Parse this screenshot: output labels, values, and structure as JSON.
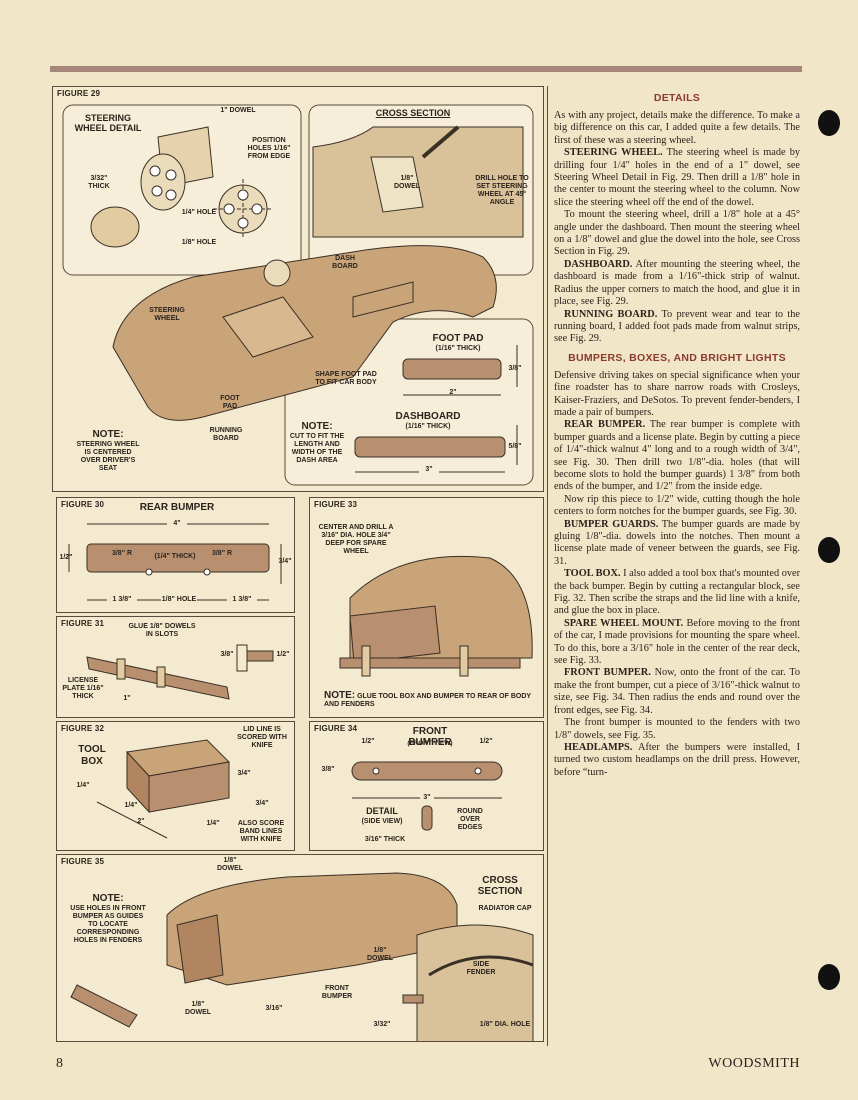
{
  "footer": {
    "page": "8",
    "magazine": "WOODSMITH"
  },
  "fig29": {
    "num": "FIGURE 29",
    "steering_title": "STEERING WHEEL DETAIL",
    "dowel": "1\" DOWEL",
    "position_holes": "POSITION HOLES 1/16\" FROM EDGE",
    "thick": "3/32\" THICK",
    "hole_quarter": "1/4\" HOLE",
    "hole_eighth": "1/8\" HOLE",
    "cross_section": "CROSS SECTION",
    "dowel_eighth": "1/8\" DOWEL",
    "drill_hole": "DRILL HOLE TO SET STEERING WHEEL AT 45° ANGLE",
    "dash_board": "DASH BOARD",
    "steering_wheel": "STEERING WHEEL",
    "foot_pad": "FOOT PAD",
    "running_board": "RUNNING BOARD",
    "note_title": "NOTE:",
    "note_text": "STEERING WHEEL IS CENTERED OVER DRIVER'S SEAT",
    "footpad_title": "FOOT PAD",
    "footpad_thick": "(1/16\" THICK)",
    "shape_foot": "SHAPE FOOT PAD TO FIT CAR BODY",
    "dim_2": "2\"",
    "dim_38": "3/8\"",
    "note2_title": "NOTE:",
    "note2_text": "CUT TO FIT THE LENGTH AND WIDTH OF THE DASH AREA",
    "dashboard_title": "DASHBOARD",
    "dashboard_thick": "(1/16\" THICK)",
    "dim_3": "3\"",
    "dim_58": "5/8\""
  },
  "fig30": {
    "num": "FIGURE 30",
    "title": "REAR BUMPER",
    "len": "4\"",
    "r1": "3/8\" R",
    "thick": "(1/4\" THICK)",
    "r2": "3/8\" R",
    "w_left": "1/2\"",
    "w_right": "3/4\"",
    "d1": "1 3/8\"",
    "hole": "1/8\" HOLE",
    "d2": "1 3/8\""
  },
  "fig31": {
    "num": "FIGURE 31",
    "glue": "GLUE 1/8\" DOWELS IN SLOTS",
    "license": "LICENSE PLATE 1/16\" THICK",
    "one": "1\"",
    "d_38": "3/8\"",
    "d_12": "1/2\""
  },
  "fig32": {
    "num": "FIGURE 32",
    "title": "TOOL BOX",
    "lid": "LID LINE IS SCORED WITH KNIFE",
    "d34": "3/4\"",
    "d14": "1/4\"",
    "d14b": "1/4\"",
    "d2": "2\"",
    "d14c": "1/4\"",
    "d34b": "3/4\"",
    "also": "ALSO SCORE BAND LINES WITH KNIFE"
  },
  "fig33": {
    "num": "FIGURE 33",
    "center": "CENTER AND DRILL A 3/16\" DIA. HOLE 3/4\" DEEP FOR SPARE WHEEL",
    "note_title": "NOTE:",
    "note_text": "GLUE TOOL BOX AND BUMPER TO REAR OF BODY AND FENDERS"
  },
  "fig34": {
    "num": "FIGURE 34",
    "title": "FRONT BUMPER",
    "sub": "(FRONT VIEW)",
    "d12a": "1/2\"",
    "d12b": "1/2\"",
    "d38": "3/8\"",
    "d3": "3\"",
    "detail": "DETAIL",
    "detail_sub": "(SIDE VIEW)",
    "round": "ROUND OVER EDGES",
    "thick": "3/16\" THICK"
  },
  "fig35": {
    "num": "FIGURE 35",
    "dowel_top": "1/8\" DOWEL",
    "note_title": "NOTE:",
    "note_text": "USE HOLES IN FRONT BUMPER AS GUIDES TO LOCATE CORRESPONDING HOLES IN FENDERS",
    "dowel_bot": "1/8\" DOWEL",
    "d316": "3/16\"",
    "cross": "CROSS SECTION",
    "radiator": "RADIATOR CAP",
    "dowel_cs": "1/8\" DOWEL",
    "side_fender": "SIDE FENDER",
    "front_bumper": "FRONT BUMPER",
    "d332": "3/32\"",
    "dia_hole": "1/8\" DIA. HOLE"
  },
  "article": {
    "h_details": "DETAILS",
    "p1": "As with any project, details make the difference. To make a big difference on this car, I added quite a few details. The first of these was a steering wheel.",
    "steer_head": "STEERING WHEEL.",
    "steer_body": " The steering wheel is made by drilling four 1/4\" holes in the end of a 1\" dowel, see Steering Wheel Detail in Fig. 29. Then drill a 1/8\" hole in the center to mount the steering wheel to the column. Now slice the steering wheel off the end of the dowel.",
    "p3": "To mount the steering wheel, drill a 1/8\" hole at a 45° angle under the dashboard. Then mount the steering wheel on a 1/8\" dowel and glue the dowel into the hole, see Cross Section in Fig. 29.",
    "dash_head": "DASHBOARD.",
    "dash_body": " After mounting the steering wheel, the dashboard is made from a 1/16\"-thick strip of walnut. Radius the upper corners to match the hood, and glue it in place, see Fig. 29.",
    "run_head": "RUNNING BOARD.",
    "run_body": " To prevent wear and tear to the running board, I added foot pads made from walnut strips, see Fig. 29.",
    "h_bumpers": "BUMPERS, BOXES, AND BRIGHT LIGHTS",
    "p6": "Defensive driving takes on special significance when your fine roadster has to share narrow roads with Crosleys, Kaiser-Fraziers, and DeSotos. To prevent fender-benders, I made a pair of bumpers.",
    "rear_head": "REAR BUMPER.",
    "rear_body": " The rear bumper is complete with bumper guards and a license plate. Begin by cutting a piece of 1/4\"-thick walnut 4\" long and to a rough width of 3/4\", see Fig. 30. Then drill two 1/8\"-dia. holes (that will become slots to hold the bumper guards) 1 3/8\" from both ends of the bumper, and 1/2\" from the inside edge.",
    "p8": "Now rip this piece to 1/2\" wide, cutting though the hole centers to form notches for the bumper guards, see Fig. 30.",
    "guard_head": "BUMPER GUARDS.",
    "guard_body": " The bumper guards are made by gluing 1/8\"-dia. dowels into the notches. Then mount a license plate made of veneer between the guards, see Fig. 31.",
    "tool_head": "TOOL BOX.",
    "tool_body": " I also added a tool box that's mounted over the back bumper. Begin by cutting a rectangular block, see Fig. 32. Then scribe the straps and the lid line with a knife, and glue the box in place.",
    "spare_head": "SPARE WHEEL MOUNT.",
    "spare_body": " Before moving to the front of the car, I made provisions for mounting the spare wheel. To do this, bore a 3/16\" hole in the center of the rear deck, see Fig. 33.",
    "front_head": "FRONT BUMPER.",
    "front_body": " Now, onto the front of the car. To make the front bumper, cut a piece of 3/16\"-thick walnut to size, see Fig. 34. Then radius the ends and round over the front edges, see Fig. 34.",
    "p13": "The front bumper is mounted to the fenders with two 1/8\" dowels, see Fig. 35.",
    "head_head": "HEADLAMPS.",
    "head_body": " After the bumpers were installed, I turned two custom headlamps on the drill press. However, before “turn-"
  },
  "colors": {
    "accent": "#8b3a2e",
    "rule": "#a7867c",
    "paper": "#f1e6c8",
    "wood": "#b89070"
  }
}
